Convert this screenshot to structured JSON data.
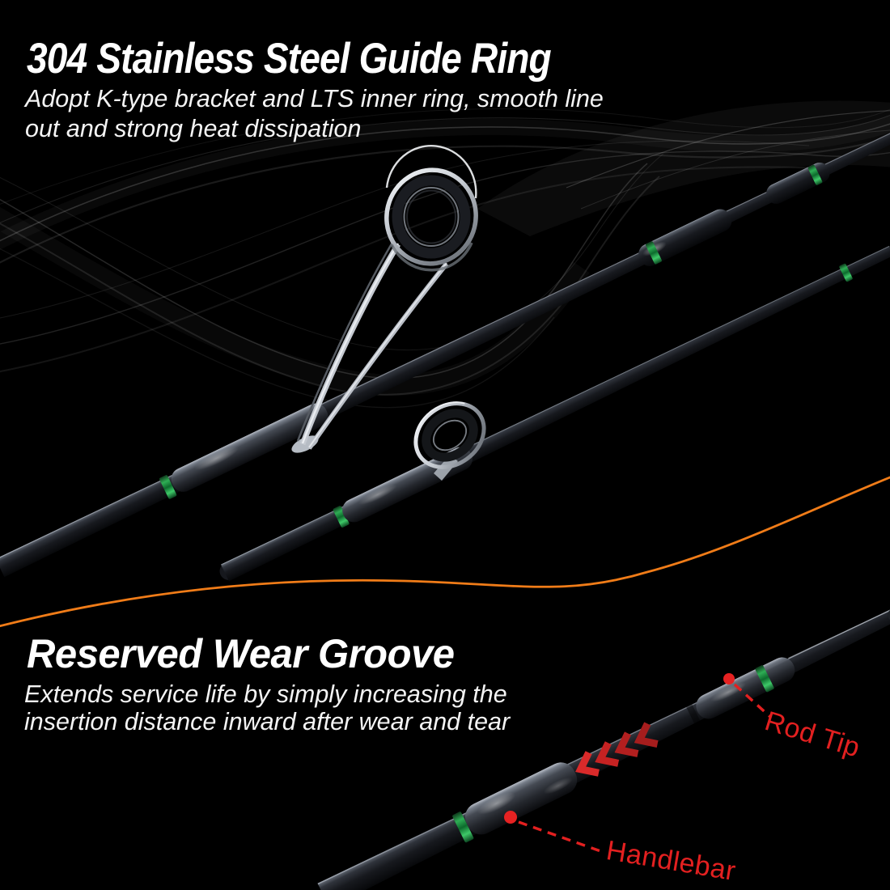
{
  "meta": {
    "kind": "fishing-rod product feature graphic",
    "background": "#000000"
  },
  "sections": {
    "guide_ring": {
      "heading": "304 Stainless Steel Guide Ring",
      "subheading": [
        "Adopt K-type bracket and LTS inner ring, smooth line",
        "out and strong heat dissipation"
      ]
    },
    "wear_groove": {
      "heading": "Reserved Wear Groove",
      "subheading": [
        "Extends service life by simply increasing the",
        "insertion distance inward after wear and tear"
      ]
    }
  },
  "callouts": {
    "rod_tip": "Rod Tip",
    "handlebar": "Handlebar"
  },
  "icons": {
    "chevron_arrows": "four red chevrons pointing toward handle",
    "leader_line": "red dashed pointer with dot"
  },
  "colors": {
    "background": "#000000",
    "heading_text": "#ffffff",
    "callout_red": "#e32020",
    "chevron_red": "#c62222",
    "accent_orange": "#f07c18",
    "thread_green": "#2fae55",
    "guide_frame_silver": "#d8dce1",
    "rod_black": "#17191e"
  }
}
